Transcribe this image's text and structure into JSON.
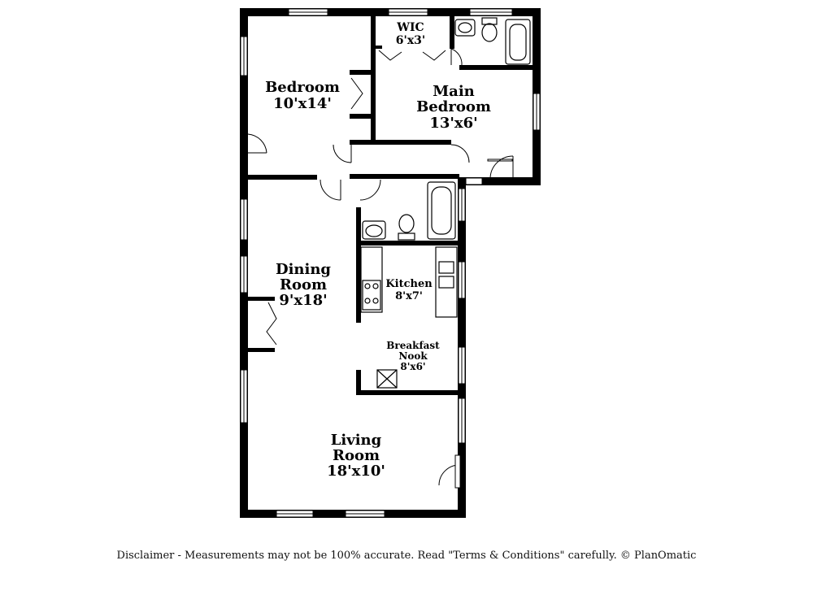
{
  "rooms": {
    "bedroom": {
      "name": "Bedroom",
      "dims": "10'x14'"
    },
    "wic": {
      "name": "WIC",
      "dims": "6'x3'"
    },
    "main_bedroom": {
      "name_line1": "Main",
      "name_line2": "Bedroom",
      "dims": "13'x6'"
    },
    "dining": {
      "name_line1": "Dining",
      "name_line2": "Room",
      "dims": "9'x18'"
    },
    "kitchen": {
      "name": "Kitchen",
      "dims": "8'x7'"
    },
    "nook": {
      "name_line1": "Breakfast",
      "name_line2": "Nook",
      "dims": "8'x6'"
    },
    "living": {
      "name_line1": "Living",
      "name_line2": "Room",
      "dims": "18'x10'"
    }
  },
  "disclaimer": "Disclaimer - Measurements may not be 100% accurate. Read \"Terms & Conditions\" carefully. © PlanOmatic"
}
